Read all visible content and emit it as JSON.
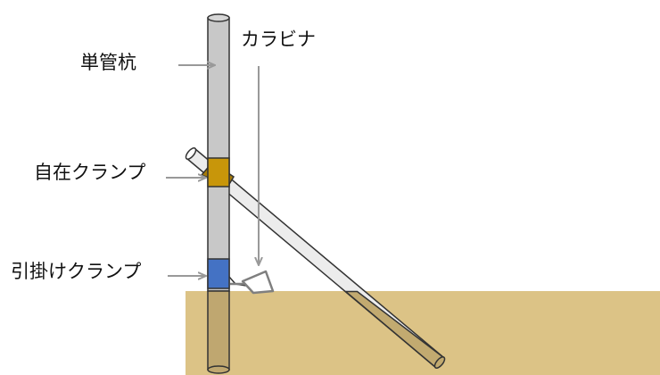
{
  "labels": {
    "single_pipe_pile": "単管杭",
    "carabiner": "カラビナ",
    "swivel_clamp": "自在クランプ",
    "pull_clamp": "引掛けクランプ"
  },
  "colors": {
    "ground": "#dcc386",
    "pipe_fill": "#c8c8c8",
    "pipe_buried": "#bfa770",
    "diagonal_pipe": "#ececec",
    "swivel_clamp": "#c8960a",
    "pull_clamp": "#4472c4",
    "arrow": "#999999",
    "outline": "#333333"
  }
}
